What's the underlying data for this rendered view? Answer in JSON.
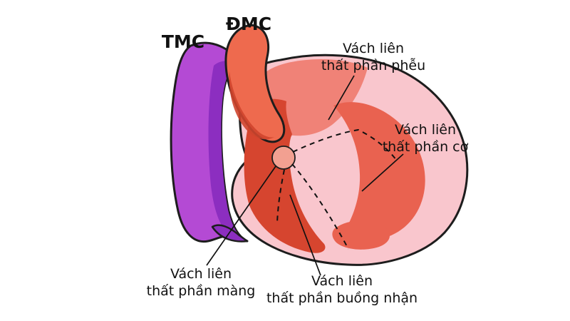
{
  "vessel_labels": {
    "tmc": "TMC",
    "dmc": "ĐMC"
  },
  "region_labels": {
    "phieu": {
      "line1": "Vách liên",
      "line2": "thất phần phễu"
    },
    "co": {
      "line1": "Vách liên",
      "line2": "thất phần cơ"
    },
    "mang": {
      "line1": "Vách liên",
      "line2": "thất phần màng"
    },
    "buong_nhan": {
      "line1": "Vách liên",
      "line2": "thất phần buồng nhận"
    }
  },
  "colors": {
    "background": "#ffffff",
    "purple": "#b44ad4",
    "purple_dark": "#8c2ec0",
    "aorta_red": "#ee6a4e",
    "aorta_shade": "#cf452d",
    "heart_pink": "#f9c6cd",
    "top_salmon": "#f08277",
    "mid_red": "#e96250",
    "crescent_red": "#d6452f",
    "circle_fill": "#f2a091",
    "outline": "#1d1d1d",
    "line": "#111111",
    "text": "#111111"
  }
}
